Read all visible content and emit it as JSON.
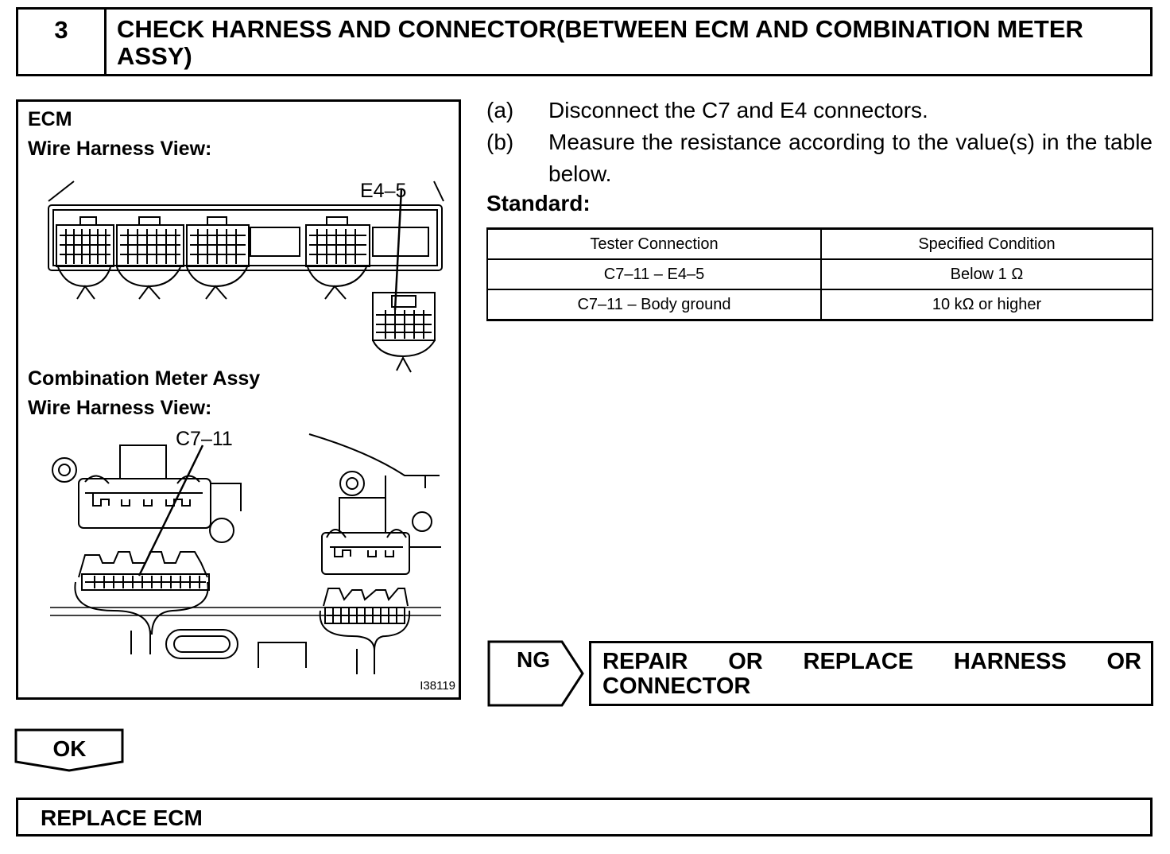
{
  "header": {
    "step_number": "3",
    "title": "CHECK HARNESS AND CONNECTOR(BETWEEN ECM AND COMBINATION METER ASSY)"
  },
  "figure": {
    "ecm_label": "ECM",
    "ecm_view_label": "Wire Harness View:",
    "ecm_callout": "E4–5",
    "meter_label": "Combination Meter Assy",
    "meter_view_label": "Wire Harness View:",
    "meter_callout": "C7–11",
    "figure_id": "I38119"
  },
  "steps": [
    {
      "tag": "(a)",
      "text": "Disconnect the C7 and E4 connectors."
    },
    {
      "tag": "(b)",
      "text": "Measure the resistance according to the value(s) in the table below."
    }
  ],
  "standard_label": "Standard:",
  "table": {
    "headers": [
      "Tester Connection",
      "Specified Condition"
    ],
    "rows": [
      [
        "C7–11 – E4–5",
        "Below 1 Ω"
      ],
      [
        "C7–11 – Body ground",
        "10 kΩ or higher"
      ]
    ]
  },
  "ng": {
    "label": "NG",
    "action_line1": [
      "REPAIR",
      "OR",
      "REPLACE",
      "HARNESS",
      "OR"
    ],
    "action_line2": "CONNECTOR"
  },
  "ok": {
    "label": "OK"
  },
  "final_action": "REPLACE ECM"
}
